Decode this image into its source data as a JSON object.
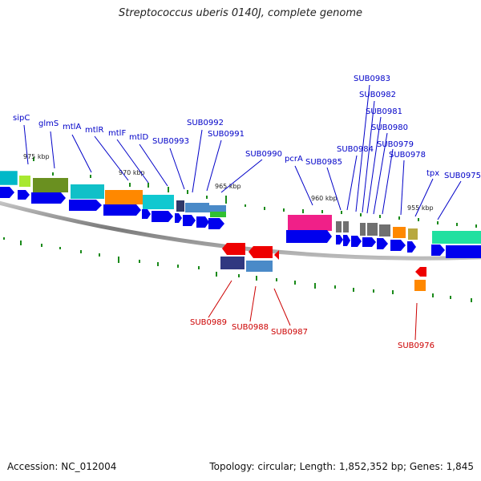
{
  "title": "Streptococcus uberis 0140J, complete genome",
  "footer": {
    "accession_label": "Accession: NC_012004",
    "info": "Topology: circular; Length: 1,852,352 bp; Genes: 1,845"
  },
  "colors": {
    "gene_forward": "#0000ee",
    "label_forward": "#0000c8",
    "gene_reverse": "#ee0000",
    "label_reverse": "#cc0000",
    "backbone": "#888888",
    "gc_tick": "#1a8a1a",
    "leader": "#0000c8",
    "leader_reverse": "#cc0000"
  },
  "kbp_ticks": [
    "975 kbp",
    "970 kbp",
    "965 kbp",
    "960 kbp",
    "955 kbp"
  ],
  "forward_gene_labels": [
    "sipC",
    "glmS",
    "mtlA",
    "mtlR",
    "mtlF",
    "mtlD",
    "SUB0993",
    "SUB0992",
    "SUB0991",
    "SUB0990",
    "pcrA",
    "SUB0985",
    "SUB0984",
    "SUB0983",
    "SUB0982",
    "SUB0981",
    "SUB0980",
    "SUB0979",
    "SUB0978",
    "tpx",
    "SUB0975"
  ],
  "reverse_gene_labels": [
    "SUB0989",
    "SUB0988",
    "SUB0987",
    "SUB0976"
  ]
}
